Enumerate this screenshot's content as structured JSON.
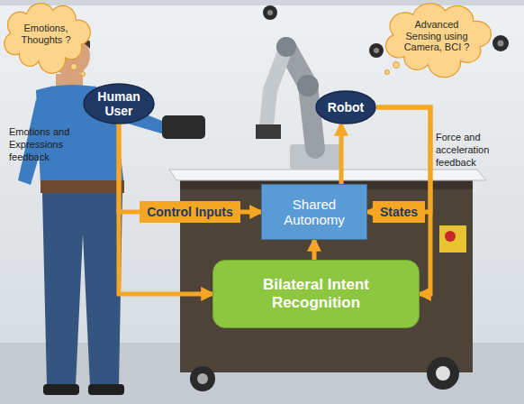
{
  "diagram": {
    "nodes": [
      {
        "text": [
          "Emotions, Thoughts ?"
        ]
      },
      {
        "text": [
          "Advanced Sensing using Camera, BCI ?"
        ]
      },
      {
        "text": [
          "Human User"
        ]
      },
      {
        "text": [
          "Robot"
        ]
      },
      {
        "text": [
          "Shared Autonomy"
        ]
      },
      {
        "text": [
          "Bilateral Intent Recognition"
        ]
      }
    ],
    "edges": [
      {
        "from": 2,
        "to": 4,
        "label": "Control Inputs",
        "arrow": "to"
      },
      {
        "from": 2,
        "to": 5,
        "arrow": "to"
      },
      {
        "from": 3,
        "to": 4,
        "label": "States",
        "arrow": "to"
      },
      {
        "from": 3,
        "to": 5,
        "arrow": "to"
      },
      {
        "from": 4,
        "to": 3,
        "arrow": "to"
      },
      {
        "from": 5,
        "to": 4,
        "arrow": "to"
      }
    ],
    "labels": [
      "Emotions and Expressions feedback",
      "Force and acceleration feedback"
    ]
  }
}
